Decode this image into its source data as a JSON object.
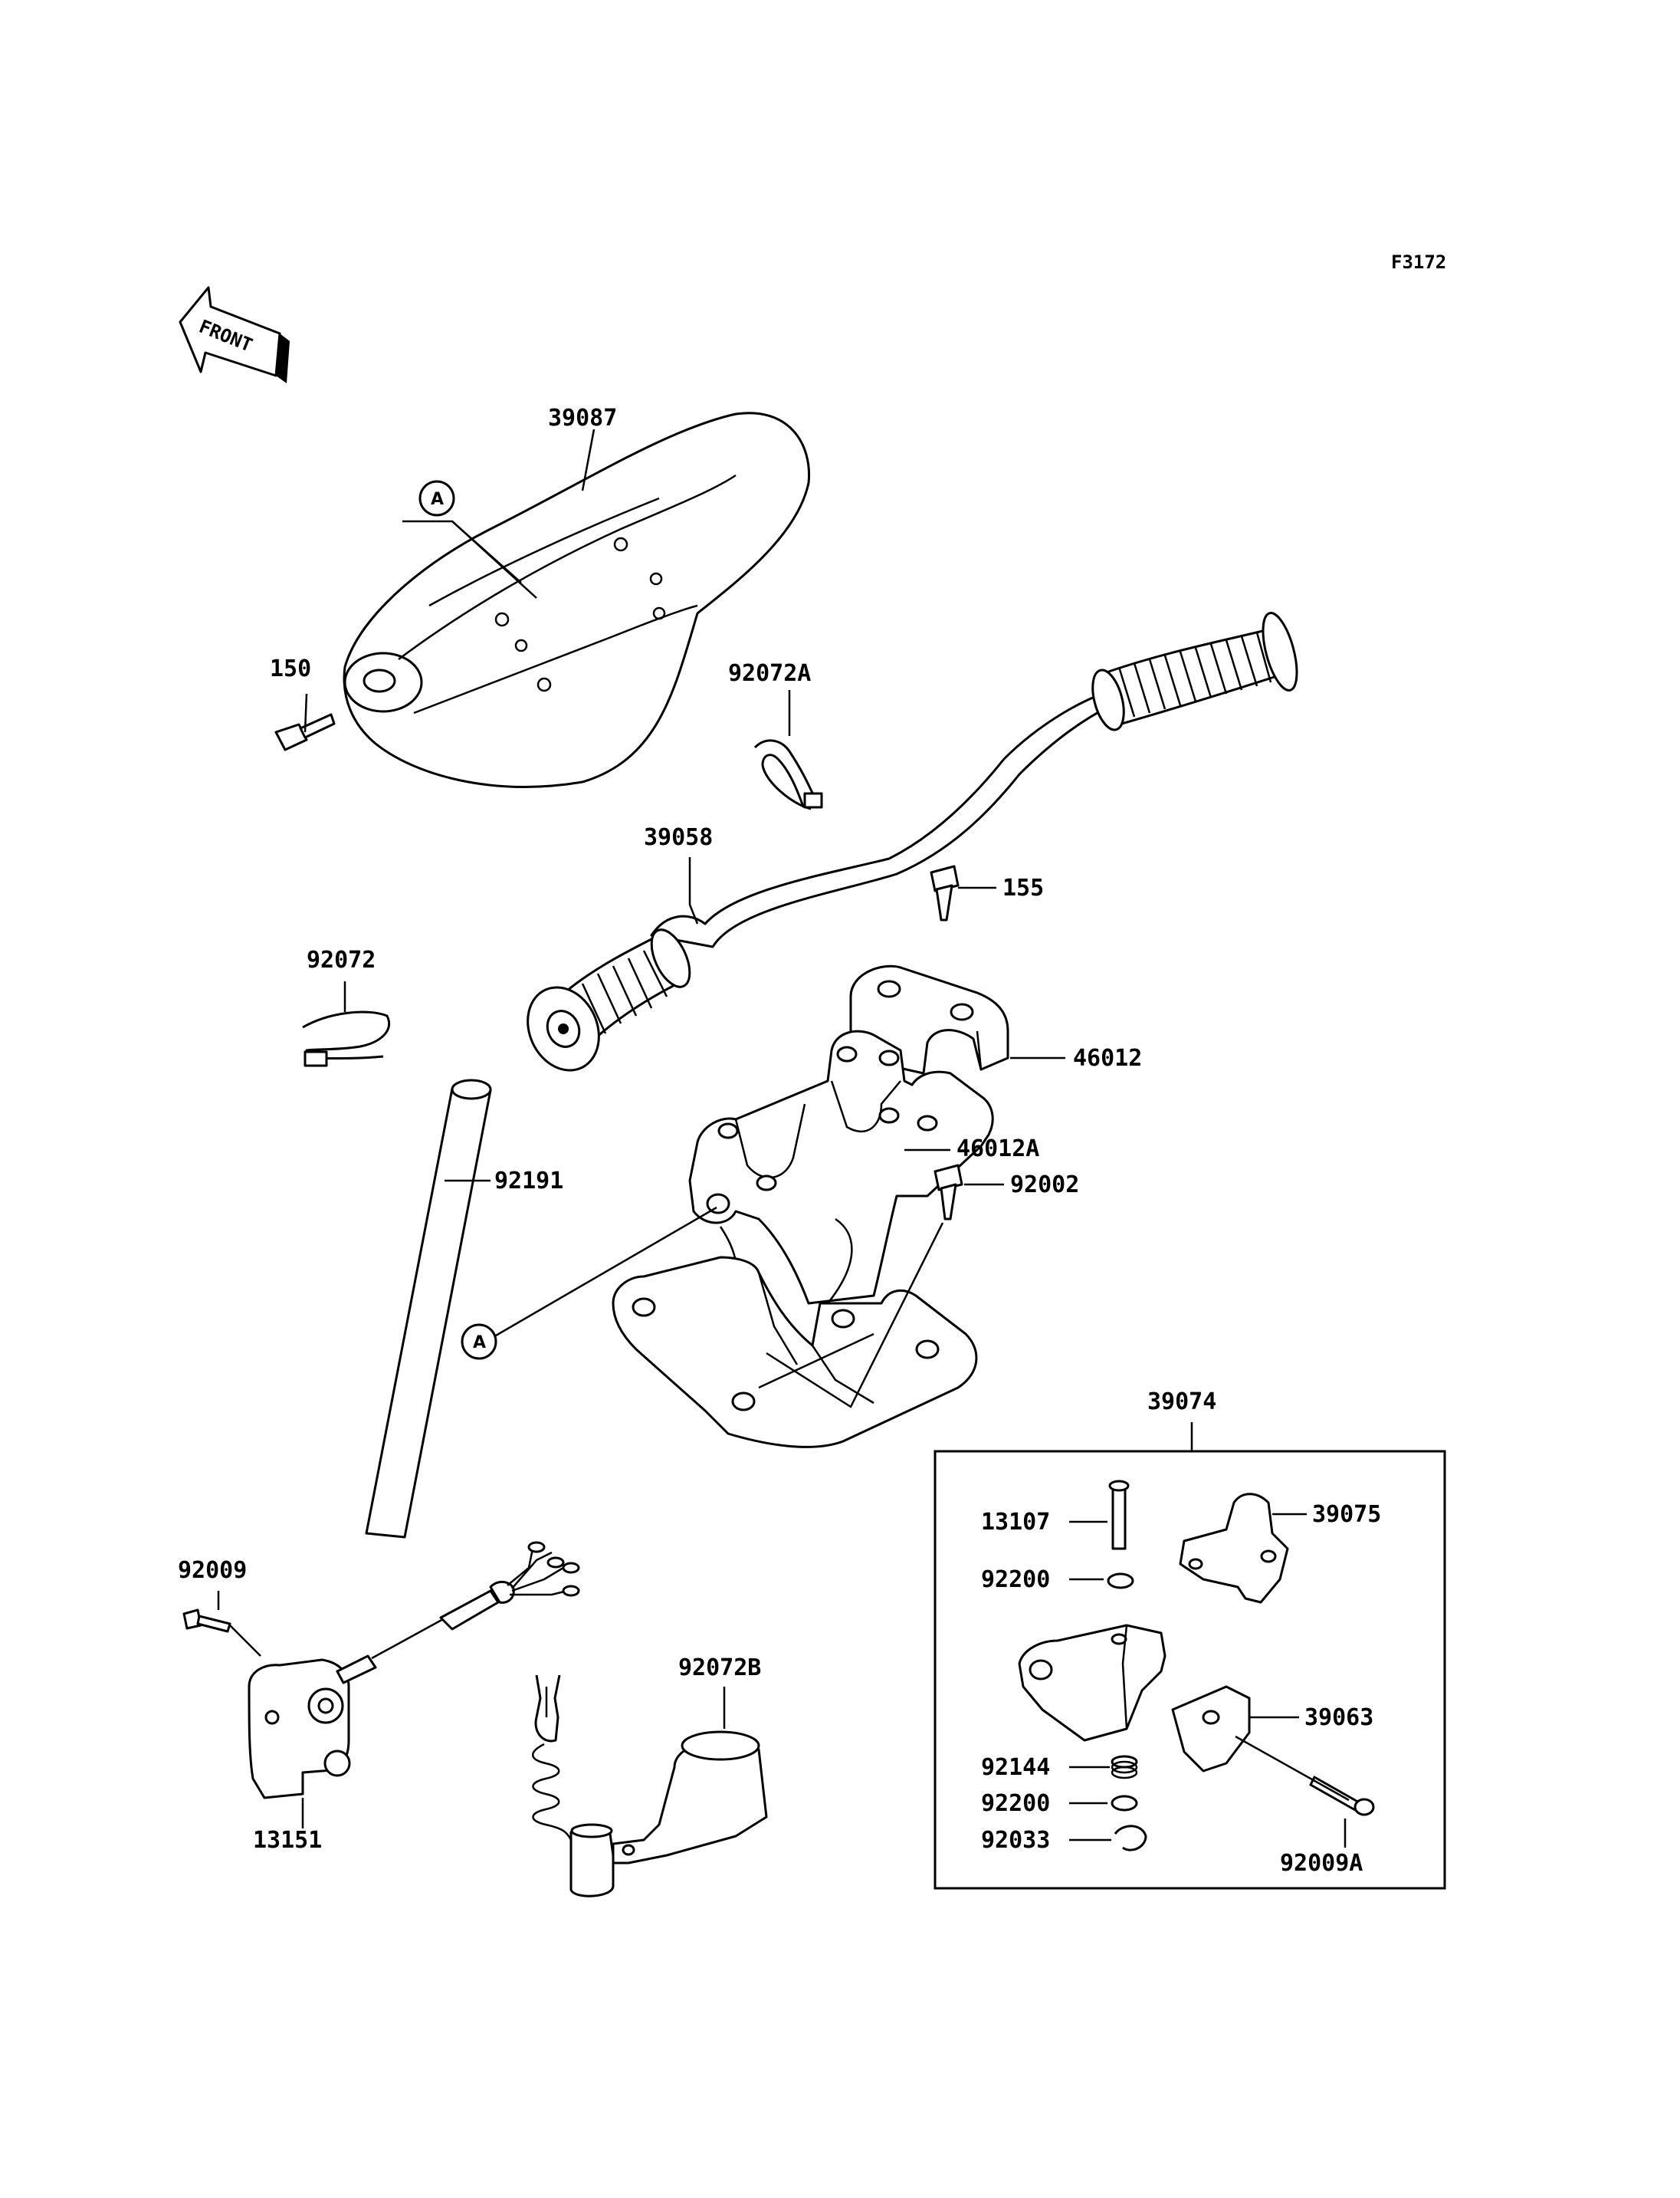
{
  "figure_ref": "F3172",
  "front_label": "FRONT",
  "callout_letter": "A",
  "parts": {
    "p39087": "39087",
    "p150": "150",
    "p92072A": "92072A",
    "p39058": "39058",
    "p155": "155",
    "p92072": "92072",
    "p46012": "46012",
    "p46012A": "46012A",
    "p92191": "92191",
    "p92002": "92002",
    "p39074": "39074",
    "p13107": "13107",
    "p39075": "39075",
    "p92200a": "92200",
    "p92009": "92009",
    "p92072B": "92072B",
    "p39063": "39063",
    "p92144": "92144",
    "p92200b": "92200",
    "p92033": "92033",
    "p92009A": "92009A",
    "p13151": "13151"
  }
}
